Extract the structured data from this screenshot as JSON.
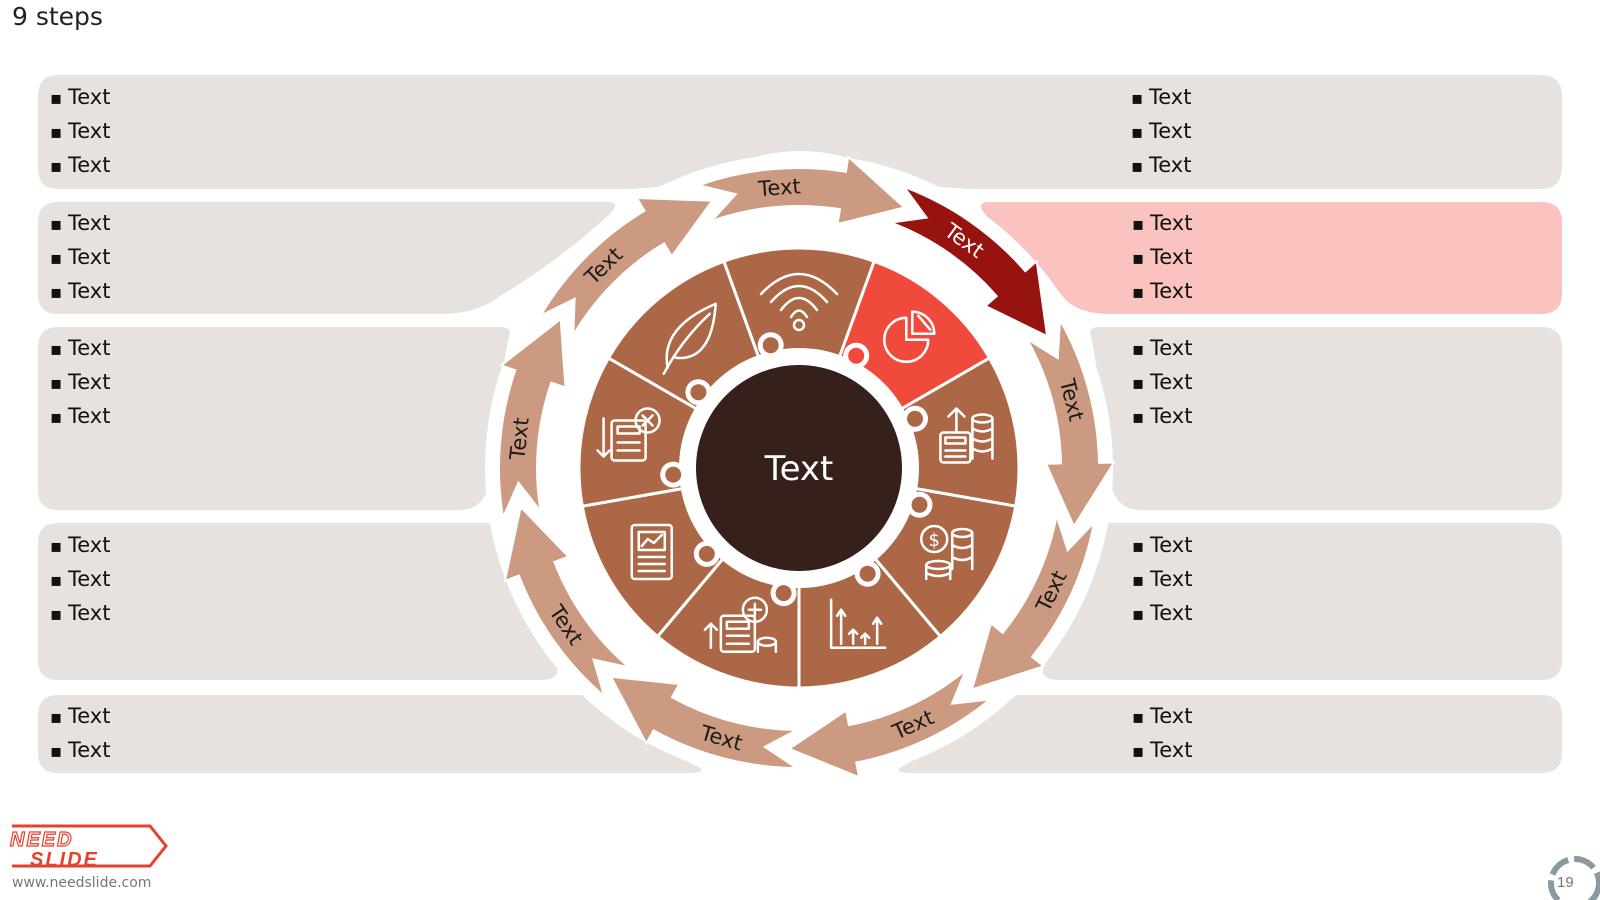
{
  "title": "9 steps",
  "center_label": "Text",
  "steps": [
    {
      "label": "Text",
      "icon": "wifi-icon"
    },
    {
      "label": "Text",
      "icon": "pie-chart-icon",
      "active": true
    },
    {
      "label": "Text",
      "icon": "calculator-coins-icon"
    },
    {
      "label": "Text",
      "icon": "dollar-coins-icon"
    },
    {
      "label": "Text",
      "icon": "bar-chart-icon"
    },
    {
      "label": "Text",
      "icon": "calculator-plus-icon"
    },
    {
      "label": "Text",
      "icon": "report-icon"
    },
    {
      "label": "Text",
      "icon": "calculator-cancel-icon"
    },
    {
      "label": "Text",
      "icon": "leaf-icon"
    }
  ],
  "left_panels": [
    {
      "items": [
        "Text",
        "Text",
        "Text"
      ]
    },
    {
      "items": [
        "Text",
        "Text",
        "Text"
      ]
    },
    {
      "items": [
        "Text",
        "Text",
        "Text"
      ]
    },
    {
      "items": [
        "Text",
        "Text",
        "Text"
      ]
    },
    {
      "items": [
        "Text",
        "Text"
      ]
    }
  ],
  "right_panels": [
    {
      "items": [
        "Text",
        "Text",
        "Text"
      ]
    },
    {
      "items": [
        "Text",
        "Text",
        "Text"
      ],
      "highlighted": true
    },
    {
      "items": [
        "Text",
        "Text",
        "Text"
      ]
    },
    {
      "items": [
        "Text",
        "Text",
        "Text"
      ]
    },
    {
      "items": [
        "Text",
        "Text"
      ]
    }
  ],
  "logo_text": [
    "NEED",
    "SLIDE"
  ],
  "footer_url": "www.needslide.com",
  "page_number": "19",
  "colors": {
    "panel": "#e7e2de",
    "panel_highlight": "#fbc3bf",
    "arrow": "#cc9a80",
    "arrow_active": "#97130f",
    "segment": "#ac6846",
    "segment_active": "#f04a3c",
    "center": "#36201b",
    "logo": "#e7412c"
  }
}
